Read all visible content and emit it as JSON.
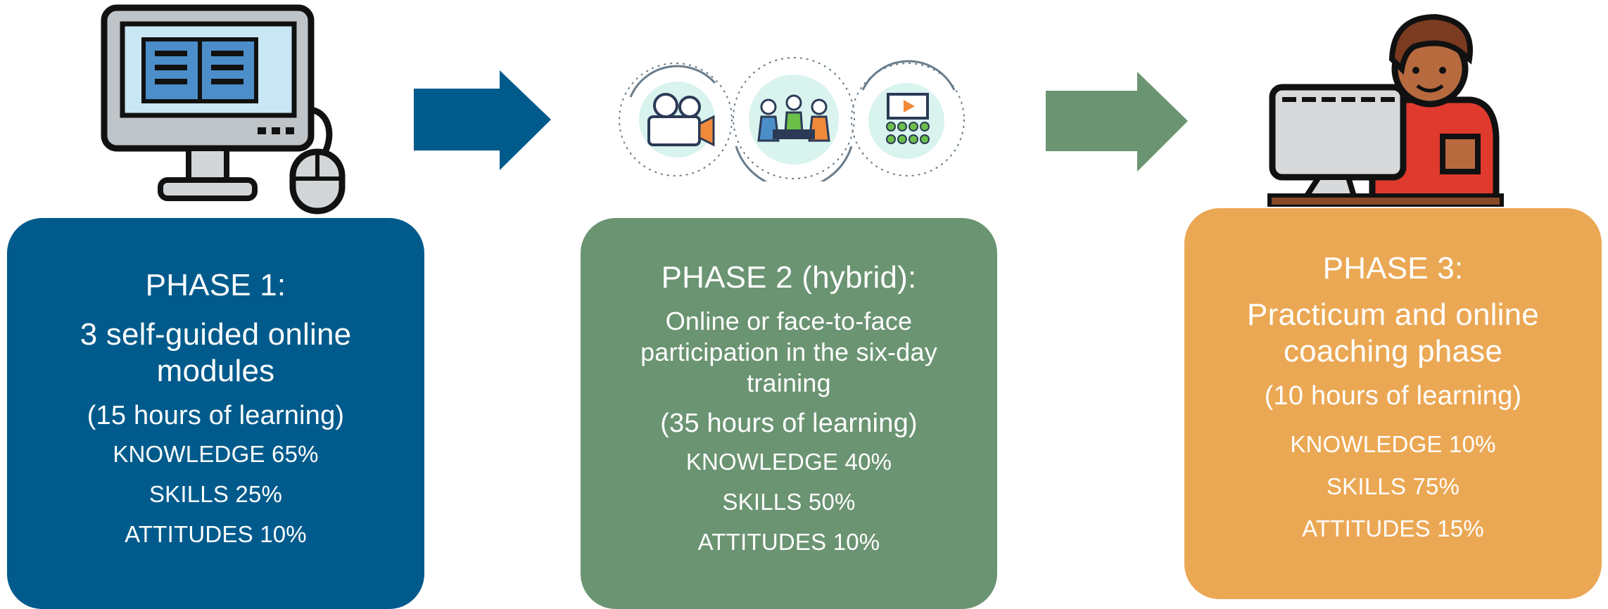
{
  "colors": {
    "phase1": "#005b8c",
    "phase2": "#6b9472",
    "phase3": "#eba854"
  },
  "icons": {
    "phase1": "computer-with-book-and-mouse-icon",
    "phase2": [
      "video-camera-icon",
      "group-meeting-icon",
      "classroom-presentation-icon"
    ],
    "phase3": "person-at-computer-icon",
    "arrows": [
      "right-arrow-icon",
      "right-arrow-icon"
    ]
  },
  "phases": [
    {
      "title": "PHASE 1:",
      "description": [
        "3 self-guided online",
        "modules"
      ],
      "hours": "(15 hours of learning)",
      "knowledge": "KNOWLEDGE 65%",
      "skills": "SKILLS 25%",
      "attitudes": "ATTITUDES 10%"
    },
    {
      "title": "PHASE 2 (hybrid):",
      "description": [
        "Online or face-to-face",
        "participation in the six-day",
        "training"
      ],
      "hours": "(35 hours of learning)",
      "knowledge": "KNOWLEDGE 40%",
      "skills": "SKILLS 50%",
      "attitudes": "ATTITUDES 10%"
    },
    {
      "title": "PHASE 3:",
      "description": [
        "Practicum and online",
        "coaching phase"
      ],
      "hours": "(10 hours of learning)",
      "knowledge": "KNOWLEDGE 10%",
      "skills": "SKILLS 75%",
      "attitudes": "ATTITUDES 15%"
    }
  ]
}
